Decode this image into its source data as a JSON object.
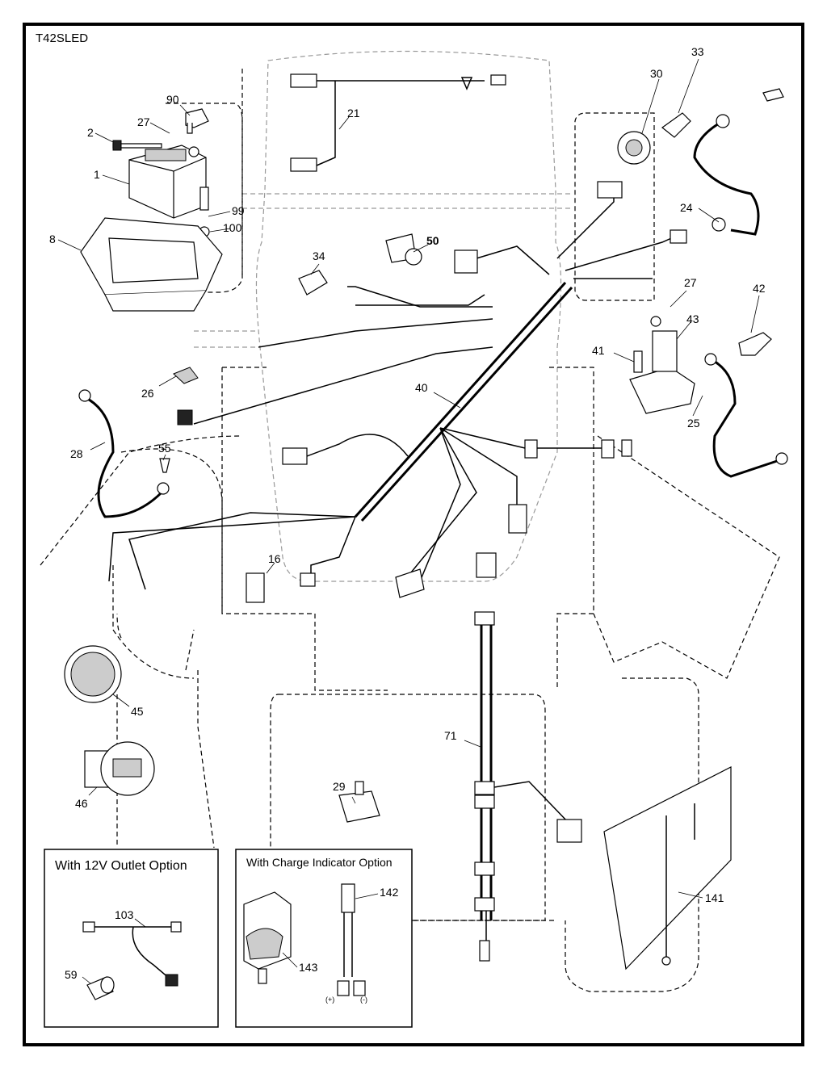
{
  "diagram": {
    "model": "T42SLED",
    "option_boxes": {
      "outlet": {
        "title": "With 12V Outlet Option"
      },
      "charge": {
        "title": "With Charge Indicator Option",
        "plus": "(+)",
        "minus": "(-)"
      }
    },
    "callouts": [
      "1",
      "2",
      "8",
      "16",
      "21",
      "24",
      "25",
      "26",
      "27",
      "27",
      "28",
      "29",
      "30",
      "33",
      "34",
      "40",
      "41",
      "42",
      "43",
      "45",
      "46",
      "50",
      "55",
      "59",
      "71",
      "90",
      "99",
      "100",
      "103",
      "141",
      "142",
      "143"
    ]
  }
}
